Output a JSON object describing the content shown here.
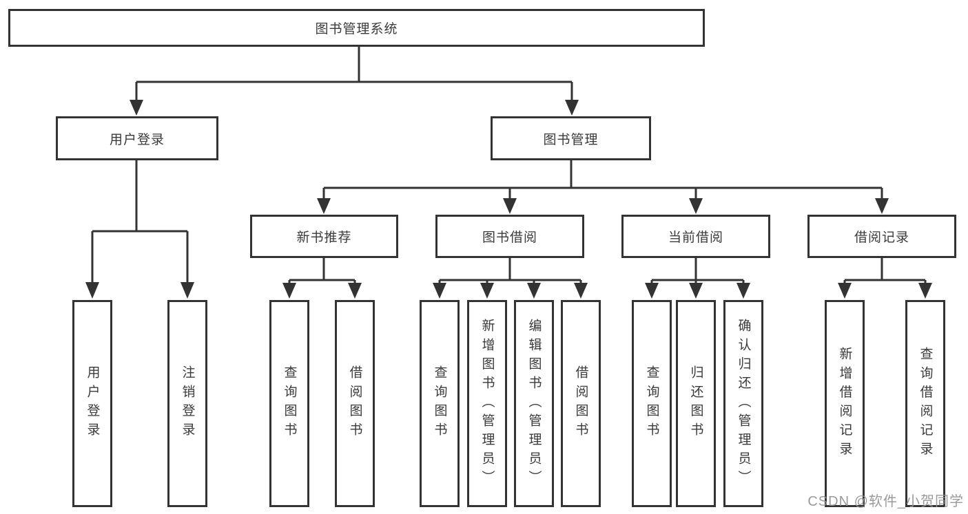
{
  "diagram": {
    "root": {
      "label": "图书管理系统"
    },
    "level2": [
      {
        "label": "用户登录"
      },
      {
        "label": "图书管理"
      }
    ],
    "level3": [
      {
        "label": "新书推荐"
      },
      {
        "label": "图书借阅"
      },
      {
        "label": "当前借阅"
      },
      {
        "label": "借阅记录"
      }
    ],
    "leaves": {
      "user_login": [
        {
          "label": "用户登录"
        },
        {
          "label": "注销登录"
        }
      ],
      "new_book": [
        {
          "label": "查询图书"
        },
        {
          "label": "借阅图书"
        }
      ],
      "book_borrow": [
        {
          "label": "查询图书"
        },
        {
          "label": "新增图书（管理员）"
        },
        {
          "label": "编辑图书（管理员）"
        },
        {
          "label": "借阅图书"
        }
      ],
      "current_borrow": [
        {
          "label": "查询图书"
        },
        {
          "label": "归还图书"
        },
        {
          "label": "确认归还（管理员）"
        }
      ],
      "borrow_record": [
        {
          "label": "新增借阅记录"
        },
        {
          "label": "查询借阅记录"
        }
      ]
    },
    "watermark": "CSDN @软件_小贺同学",
    "colors": {
      "line": "#333333",
      "text": "#3a3a3a",
      "watermark": "#919191",
      "background": "#ffffff"
    }
  }
}
